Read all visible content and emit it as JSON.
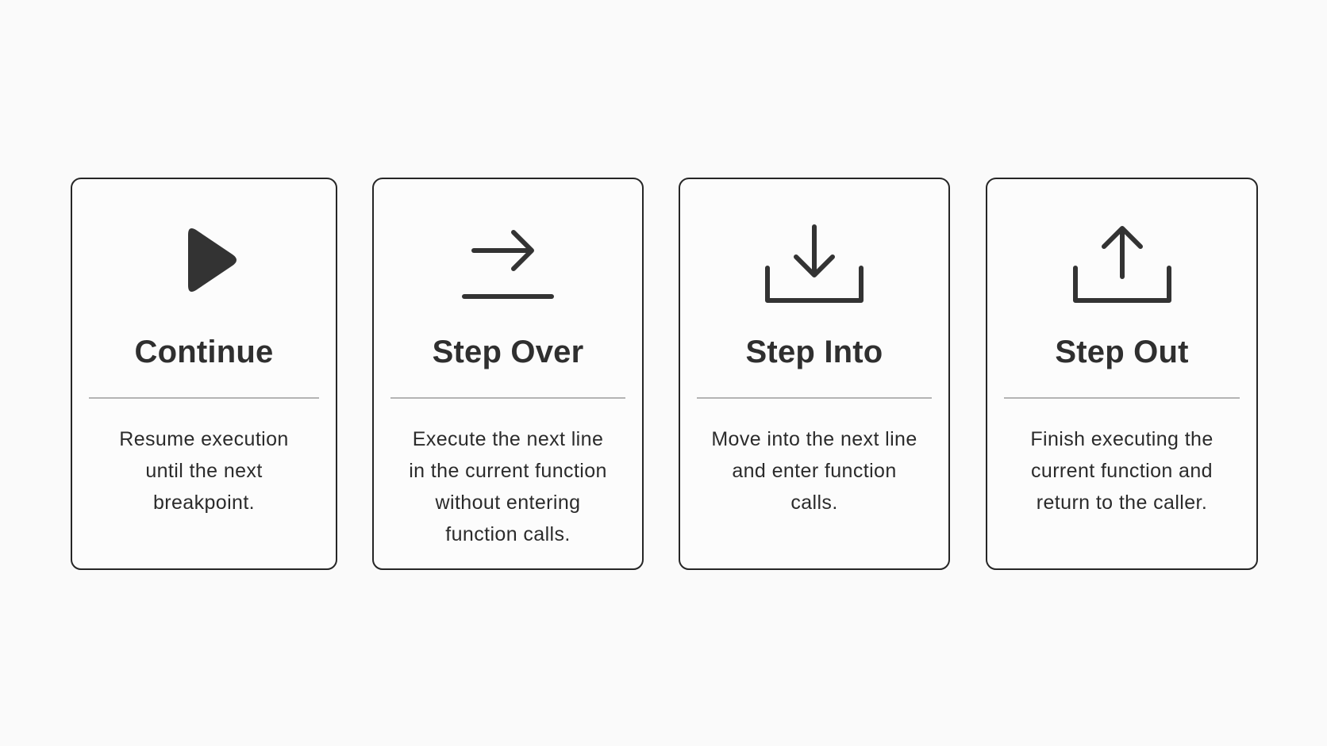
{
  "cards": [
    {
      "icon": "play-icon",
      "title": "Continue",
      "desc_lines": [
        "Resume execution",
        "until the next",
        "breakpoint."
      ]
    },
    {
      "icon": "step-over-icon",
      "title": "Step Over",
      "desc_lines": [
        "Execute the next line",
        "in the current function",
        "without entering",
        "function calls."
      ]
    },
    {
      "icon": "step-into-icon",
      "title": "Step Into",
      "desc_lines": [
        "Move into the next line",
        "and enter function",
        "calls."
      ]
    },
    {
      "icon": "step-out-icon",
      "title": "Step Out",
      "desc_lines": [
        "Finish executing the",
        "current function and",
        "return to the caller."
      ]
    }
  ],
  "colors": {
    "background": "#fafafa",
    "card_border": "#262626",
    "icon": "#333333",
    "title": "#2f2f2f",
    "divider": "#b4b4b4",
    "text": "#2b2b2b"
  }
}
